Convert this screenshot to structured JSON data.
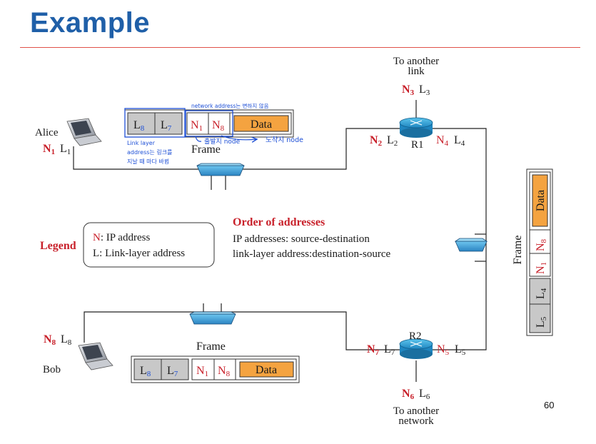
{
  "slide": {
    "title": "Example",
    "page_number": "60"
  },
  "nodes": {
    "alice": {
      "name": "Alice",
      "n": "N",
      "n_sub": "1",
      "l": "L",
      "l_sub": "1"
    },
    "bob": {
      "name": "Bob",
      "n": "N",
      "n_sub": "8",
      "l": "L",
      "l_sub": "8"
    },
    "r1": {
      "name": "R1"
    },
    "r2": {
      "name": "R2"
    },
    "r1_top": {
      "n": "N",
      "n_sub": "3",
      "l": "L",
      "l_sub": "3",
      "caption_line1": "To another",
      "caption_line2": "link"
    },
    "r1_left": {
      "n": "N",
      "n_sub": "2",
      "l": "L",
      "l_sub": "2"
    },
    "r1_right": {
      "n": "N",
      "n_sub": "4",
      "l": "L",
      "l_sub": "4"
    },
    "r2_left": {
      "n": "N",
      "n_sub": "7",
      "l": "L",
      "l_sub": "7"
    },
    "r2_right": {
      "n": "N",
      "n_sub": "5",
      "l": "L",
      "l_sub": "5"
    },
    "r2_bottom": {
      "n": "N",
      "n_sub": "6",
      "l": "L",
      "l_sub": "6",
      "caption_line1": "To another",
      "caption_line2": "network"
    }
  },
  "frames": {
    "top": {
      "label": "Frame",
      "l_dest": "L",
      "l_dest_sub": "8",
      "l_src": "L",
      "l_src_sub": "7",
      "n_src": "N",
      "n_src_sub": "1",
      "n_dst": "N",
      "n_dst_sub": "8",
      "data": "Data"
    },
    "bottom": {
      "label": "Frame",
      "l_dest": "L",
      "l_dest_sub": "8",
      "l_src": "L",
      "l_src_sub": "7",
      "n_src": "N",
      "n_src_sub": "1",
      "n_dst": "N",
      "n_dst_sub": "8",
      "data": "Data"
    },
    "right": {
      "label": "Frame",
      "l_dest": "L",
      "l_dest_sub": "5",
      "l_src": "L",
      "l_src_sub": "4",
      "n_src": "N",
      "n_src_sub": "1",
      "n_dst": "N",
      "n_dst_sub": "8",
      "data": "Data"
    }
  },
  "legend": {
    "title": "Legend",
    "n_key": "N",
    "n_text": ": IP address",
    "l_text": "L: Link-layer address"
  },
  "order": {
    "title": "Order of addresses",
    "line1": "IP addresses: source-destination",
    "line2": "link-layer address:destination-source"
  },
  "annotations": {
    "network_address": "network address는 변하지 않음",
    "link_layer_1": "Link layer",
    "link_layer_2": "address는 링크를",
    "link_layer_3": "지날 때 마다 바뀜",
    "start_node": "출발지 node",
    "dest_node": "도착지 node"
  },
  "colors": {
    "title": "#1f5fa8",
    "rule": "#e0524a",
    "ip_red": "#c8202a",
    "data_orange": "#f4a340",
    "link_gray": "#c8c8c8",
    "router_blue": "#29a3d6",
    "annotation_blue": "#1d4fd6"
  }
}
